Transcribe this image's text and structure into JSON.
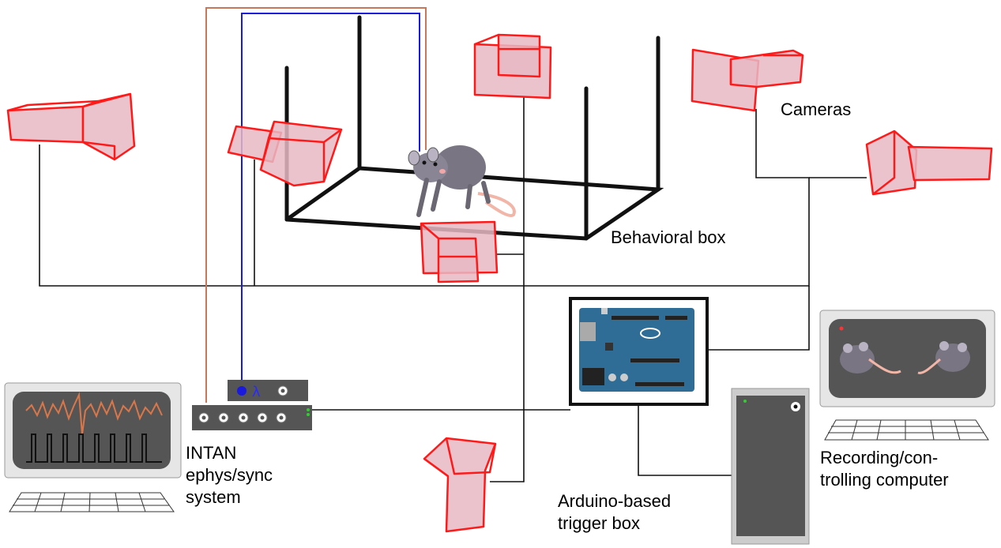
{
  "labels": {
    "cameras": "Cameras",
    "behavioral_box": "Behavioral box",
    "intan_line1": "INTAN",
    "intan_line2": "ephys/sync",
    "intan_line3": "system",
    "arduino_line1": "Arduino-based",
    "arduino_line2": "trigger box",
    "computer_line1": "Recording/con-",
    "computer_line2": "trolling computer",
    "lambda": "λ"
  },
  "colors": {
    "camera_outline": "#ff1a1a",
    "camera_fill": "#e8b8c4",
    "box_frame": "#111111",
    "optical_fiber": "#1a1adc",
    "electrode_wire": "#c8775a",
    "cable": "#111111",
    "arduino_board": "#2f6c96",
    "ephys_trace": "#d9774a",
    "monitor_screen": "#555555"
  },
  "icons": {
    "camera": "camera-frustum-icon",
    "rat": "rat-icon",
    "arduino": "arduino-uno-board-icon",
    "monitor": "monitor-icon",
    "keyboard": "keyboard-icon",
    "tower": "computer-tower-icon"
  }
}
